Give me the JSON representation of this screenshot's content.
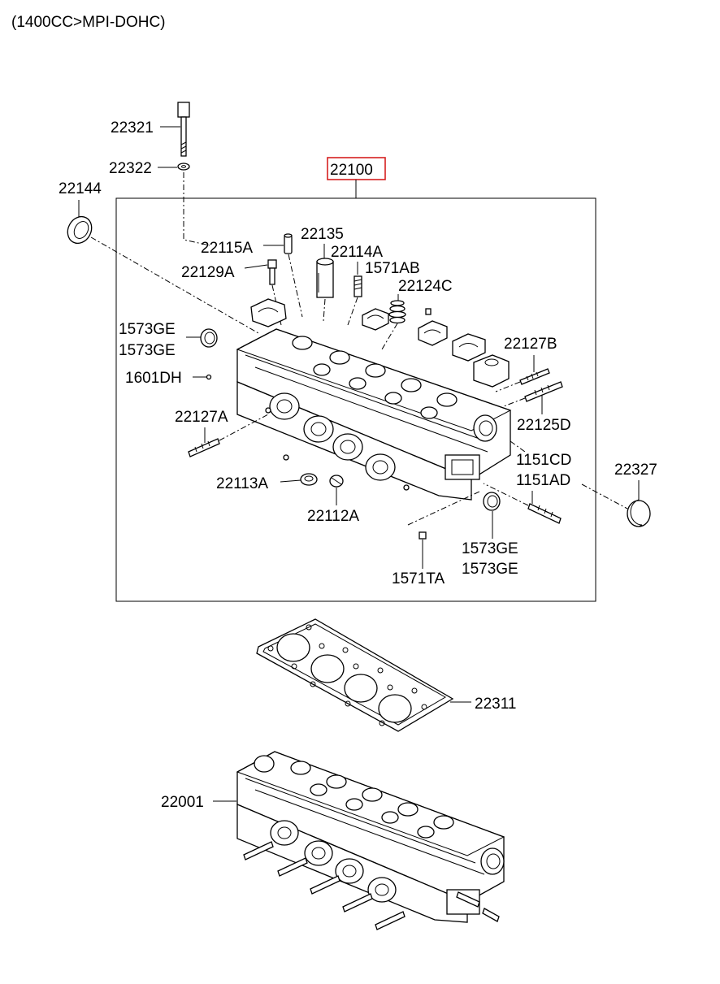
{
  "header": {
    "title": "(1400CC>MPI-DOHC)"
  },
  "assembly": {
    "code": "22100",
    "highlight_color": "#d62020"
  },
  "labels": {
    "l22321": "22321",
    "l22322": "22322",
    "l22144": "22144",
    "l22115A": "22115A",
    "l22135": "22135",
    "l22114A": "22114A",
    "l22129A": "22129A",
    "l1571AB": "1571AB",
    "l22124C": "22124C",
    "l1573GE_a1": "1573GE",
    "l1573GE_a2": "1573GE",
    "l22127B": "22127B",
    "l1601DH": "1601DH",
    "l22127A": "22127A",
    "l22125D": "22125D",
    "l1151CD": "1151CD",
    "l22327": "22327",
    "l1151AD": "1151AD",
    "l22113A": "22113A",
    "l22112A": "22112A",
    "l1573GE_b1": "1573GE",
    "l1573GE_b2": "1573GE",
    "l1571TA": "1571TA",
    "l22311": "22311",
    "l22001": "22001"
  }
}
